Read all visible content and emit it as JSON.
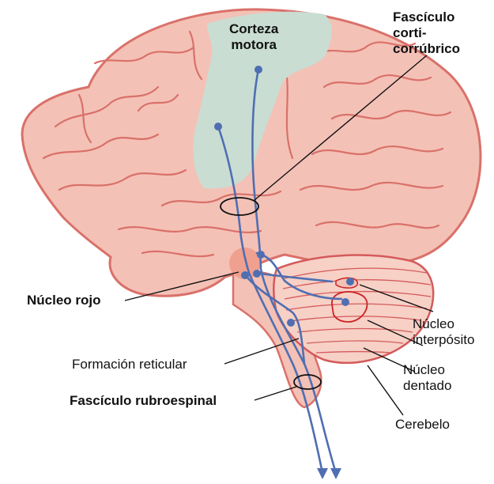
{
  "labels": {
    "corteza_motora": "Corteza\nmotora",
    "fasciculo_corticorrubrico": "Fascículo\ncorti-\ncorrúbrico",
    "nucleo_rojo": "Núcleo rojo",
    "formacion_reticular": "Formación reticular",
    "fasciculo_rubroespinal": "Fascículo rubroespinal",
    "nucleo_interposito": "Núcleo\ninterpósito",
    "nucleo_dentado": "Núcleo\ndentado",
    "cerebelo": "Cerebelo"
  },
  "colors": {
    "brain_fill": "#f4c1b6",
    "brain_outline": "#d9716a",
    "motor_cortex": "#c9ddd3",
    "tract": "#4f6fb2",
    "red_nucleus": "#f0a08e",
    "cerebellum_lines": "#d35b5b"
  }
}
